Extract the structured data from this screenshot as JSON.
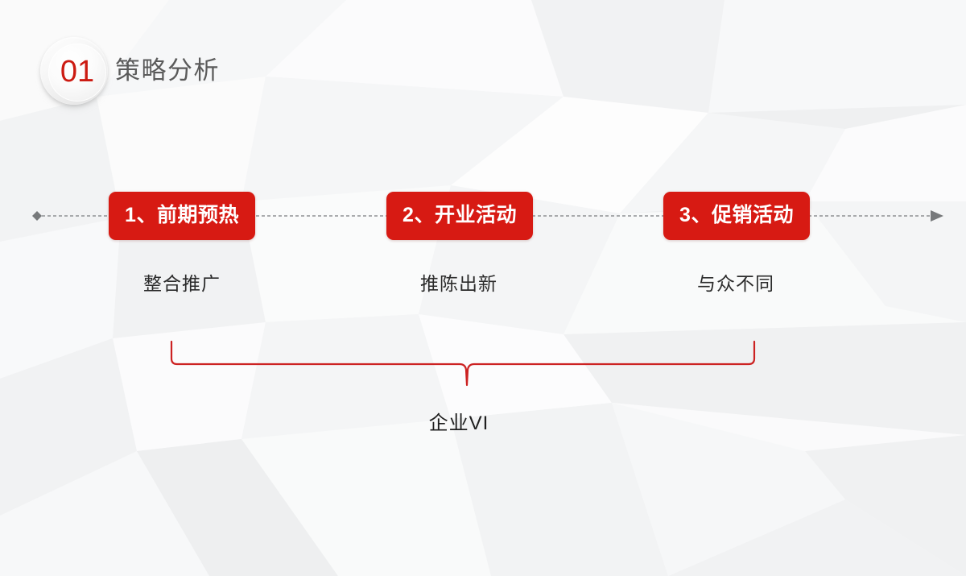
{
  "slide": {
    "background_color": "#f4f5f6",
    "accent_color": "#d71a13",
    "title_color": "#5b5b5b"
  },
  "header": {
    "badge_number": "01",
    "badge_icon": "circle-number-badge",
    "title": "策略分析"
  },
  "timeline": {
    "start_marker_icon": "diamond-marker",
    "end_marker_icon": "arrow-right-icon",
    "line_style": "dashed",
    "line_color": "#8c8c8c"
  },
  "steps": [
    {
      "label": "1、前期预热",
      "caption": "整合推广"
    },
    {
      "label": "2、开业活动",
      "caption": "推陈出新"
    },
    {
      "label": "3、促销活动",
      "caption": "与众不同"
    }
  ],
  "summary": {
    "brace_icon": "curly-brace-down-icon",
    "brace_color": "#cc2222",
    "label": "企业VI"
  }
}
